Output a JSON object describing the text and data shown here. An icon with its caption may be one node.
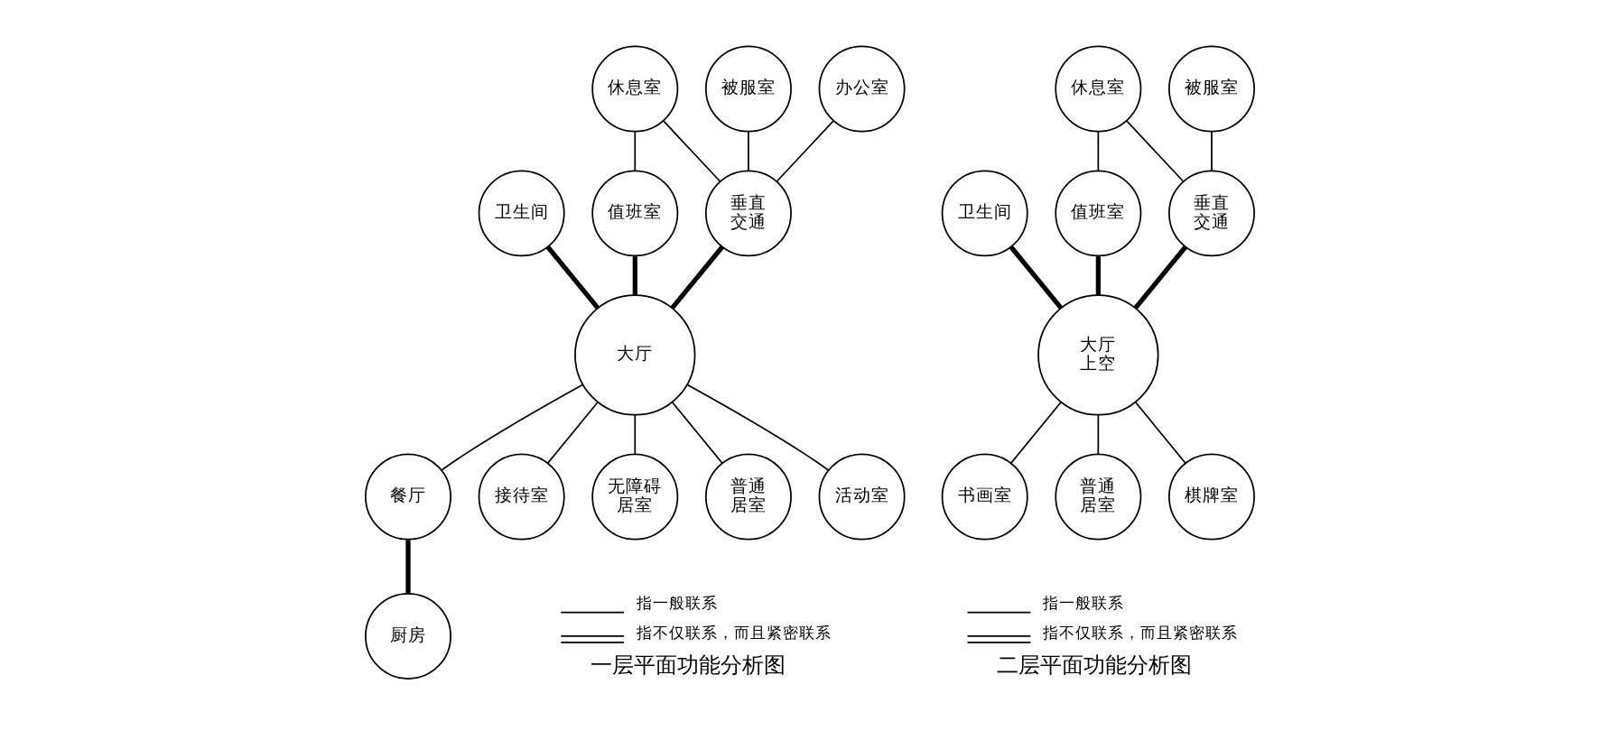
{
  "diagram": {
    "nodes": [
      {
        "text": [
          "办公室"
        ]
      },
      {
        "text": [
          "被服室"
        ]
      },
      {
        "text": [
          "休息室"
        ]
      },
      {
        "text": [
          "垂直交通"
        ]
      },
      {
        "text": [
          "卫生间"
        ]
      },
      {
        "text": [
          "值班室"
        ]
      },
      {
        "text": [
          "大厅"
        ]
      },
      {
        "text": [
          "餐厅"
        ]
      },
      {
        "text": [
          "厨房"
        ]
      },
      {
        "text": [
          "接待室"
        ]
      },
      {
        "text": [
          "无障碍居室"
        ]
      },
      {
        "text": [
          "普通居室"
        ]
      },
      {
        "text": [
          "活动室"
        ]
      },
      {
        "text": [
          "被服室"
        ]
      },
      {
        "text": [
          "休息室"
        ]
      },
      {
        "text": [
          "垂直交通"
        ]
      },
      {
        "text": [
          "卫生间"
        ]
      },
      {
        "text": [
          "值班室"
        ]
      },
      {
        "text": [
          "大厅上空"
        ]
      },
      {
        "text": [
          "书画室"
        ]
      },
      {
        "text": [
          "普通居室"
        ]
      },
      {
        "text": [
          "棋牌室"
        ]
      }
    ],
    "edges": [
      {
        "from": 0,
        "to": 3,
        "arrow": "none"
      },
      {
        "from": 1,
        "to": 3,
        "arrow": "none"
      },
      {
        "from": 2,
        "to": 3,
        "arrow": "none"
      },
      {
        "from": 3,
        "to": 6,
        "arrow": "none",
        "style": "thick"
      },
      {
        "from": 4,
        "to": 6,
        "arrow": "none",
        "style": "thick"
      },
      {
        "from": 2,
        "to": 5,
        "arrow": "none"
      },
      {
        "from": 5,
        "to": 6,
        "arrow": "none",
        "style": "thick"
      },
      {
        "from": 6,
        "to": 7,
        "arrow": "none"
      },
      {
        "from": 7,
        "to": 8,
        "arrow": "none",
        "style": "thick"
      },
      {
        "from": 6,
        "to": 9,
        "arrow": "none"
      },
      {
        "from": 6,
        "to": 10,
        "arrow": "none"
      },
      {
        "from": 6,
        "to": 11,
        "arrow": "none"
      },
      {
        "from": 6,
        "to": 12,
        "arrow": "none"
      },
      {
        "from": 13,
        "to": 15,
        "arrow": "none"
      },
      {
        "from": 14,
        "to": 15,
        "arrow": "none"
      },
      {
        "from": 15,
        "to": 18,
        "arrow": "none",
        "style": "thick"
      },
      {
        "from": 16,
        "to": 18,
        "arrow": "none",
        "style": "thick"
      },
      {
        "from": 14,
        "to": 17,
        "arrow": "none"
      },
      {
        "from": 17,
        "to": 18,
        "arrow": "none",
        "style": "thick"
      },
      {
        "from": 18,
        "to": 19,
        "arrow": "none"
      },
      {
        "from": 18,
        "to": 20,
        "arrow": "none"
      },
      {
        "from": 18,
        "to": 21,
        "arrow": "none"
      }
    ],
    "labels": [
      "一层平面功能分析图",
      "二层平面功能分析图"
    ],
    "legend": [
      {
        "text": "指一般联系"
      },
      {
        "text": "指不仅联系，而且紧密联系"
      },
      {
        "text": "指一般联系"
      },
      {
        "text": "指不仅联系，而且紧密联系"
      }
    ]
  }
}
